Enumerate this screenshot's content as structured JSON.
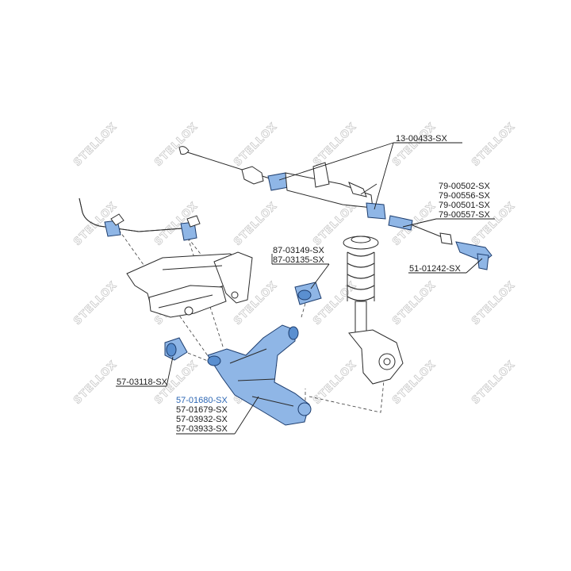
{
  "watermark": {
    "text": "STELLOX"
  },
  "labels": {
    "steering_rack": "13-00433-SX",
    "tie_rod_1": "79-00502-SX",
    "tie_rod_2": "79-00556-SX",
    "tie_rod_3": "79-00501-SX",
    "tie_rod_4": "79-00557-SX",
    "tie_rod_end": "51-01242-SX",
    "stab_bush_1": "87-03149-SX",
    "stab_bush_2": "87-03135-SX",
    "arm_bush": "57-03118-SX",
    "control_arm_1": "57-01680-SX",
    "control_arm_2": "57-01679-SX",
    "control_arm_3": "57-03932-SX",
    "control_arm_4": "57-03933-SX"
  },
  "colors": {
    "highlight_part": "#8fb6e6",
    "highlight_text": "#2d67b4",
    "outline": "#2a2a2a",
    "watermark": "#c8c8c8"
  }
}
